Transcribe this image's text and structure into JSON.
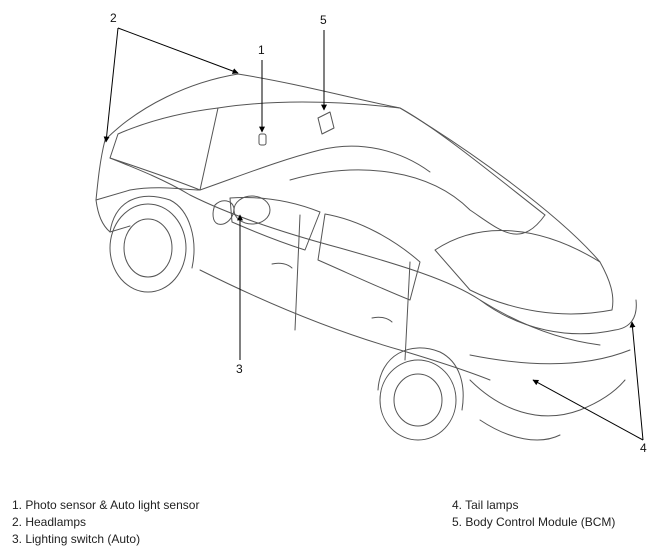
{
  "callouts": [
    "1",
    "2",
    "3",
    "4",
    "5"
  ],
  "legend": {
    "left": [
      "1. Photo sensor & Auto light sensor",
      "2. Headlamps",
      "3. Lighting switch (Auto)"
    ],
    "right": [
      "4. Tail lamps",
      "5. Body Control Module (BCM)"
    ]
  }
}
